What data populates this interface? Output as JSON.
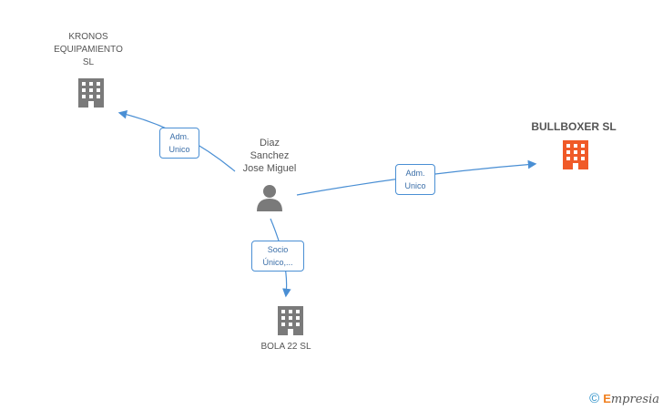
{
  "nodes": {
    "center": {
      "lines": [
        "Diaz",
        "Sanchez",
        "Jose Miguel"
      ]
    },
    "kronos": {
      "lines": [
        "KRONOS",
        "EQUIPAMIENTO",
        "SL"
      ]
    },
    "bullboxer": {
      "lines": [
        "BULLBOXER SL"
      ]
    },
    "bola": {
      "lines": [
        "BOLA 22 SL"
      ]
    }
  },
  "edges": {
    "to_kronos": {
      "lines": [
        "Adm.",
        "Unico"
      ]
    },
    "to_bullboxer": {
      "lines": [
        "Adm.",
        "Unico"
      ]
    },
    "to_bola": {
      "lines": [
        "Socio",
        "Único,..."
      ]
    }
  },
  "colors": {
    "edge": "#4a8fd4",
    "building": "#7a7a7a",
    "highlight": "#f05a28",
    "person": "#7a7a7a"
  },
  "footer": {
    "copyright": "©",
    "brand_e": "E",
    "brand_rest": "mpresia"
  }
}
